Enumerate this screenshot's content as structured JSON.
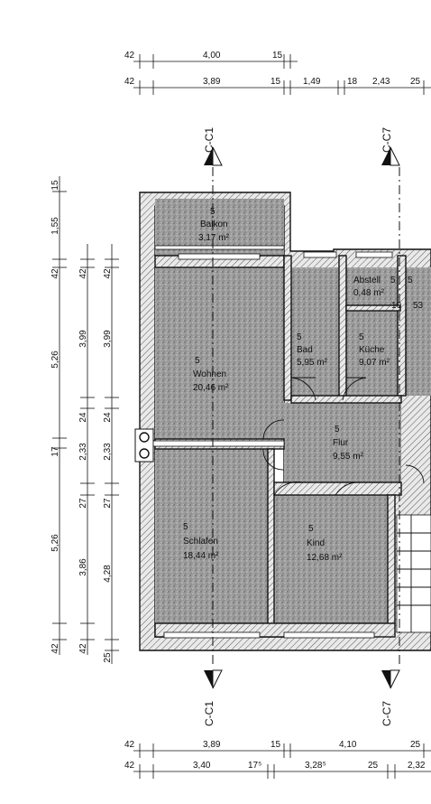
{
  "dimensions": {
    "top_row1": [
      "42",
      "4,00",
      "15"
    ],
    "top_row2": [
      "42",
      "3,89",
      "15",
      "1,49",
      "18",
      "2,43",
      "25"
    ],
    "bottom_row1": [
      "42",
      "3,89",
      "15",
      "4,10",
      "25"
    ],
    "bottom_row2": [
      "42",
      "3,40",
      "17⁵",
      "3,28⁵",
      "25",
      "2,32"
    ],
    "left_col1": [
      "15",
      "1,55",
      "42",
      "5,26",
      "17",
      "5,26",
      "42"
    ],
    "left_col2": [
      "42",
      "3,99",
      "24",
      "2,33",
      "27",
      "3,86",
      "42"
    ],
    "left_col3": [
      "42",
      "3,99",
      "24",
      "2,33",
      "27",
      "4,28",
      "25"
    ]
  },
  "sections": {
    "left_top": "C-C1",
    "right_top": "C-C7",
    "left_bottom": "C-C1",
    "right_bottom": "C-C7"
  },
  "rooms": [
    {
      "num": "5",
      "name": "Balkon",
      "area": "3,17 m²"
    },
    {
      "num": "5",
      "name": "Wohnen",
      "area": "20,46 m²"
    },
    {
      "num": "5",
      "name": "Bad",
      "area": "5,95 m²"
    },
    {
      "num": "5",
      "name": "Abstell",
      "area": "0,48 m²"
    },
    {
      "num": "5",
      "name": "Küche",
      "area": "9,07 m²"
    },
    {
      "num": "5",
      "name": "Flur",
      "area": "9,55 m²"
    },
    {
      "num": "5",
      "name": "Schlafen",
      "area": "18,44 m²"
    },
    {
      "num": "5",
      "name": "Kind",
      "area": "12,68 m²"
    }
  ],
  "misc": {
    "partial_label_top": "5",
    "partial_label_mid": "10",
    "partial_label_mid2": "53"
  }
}
